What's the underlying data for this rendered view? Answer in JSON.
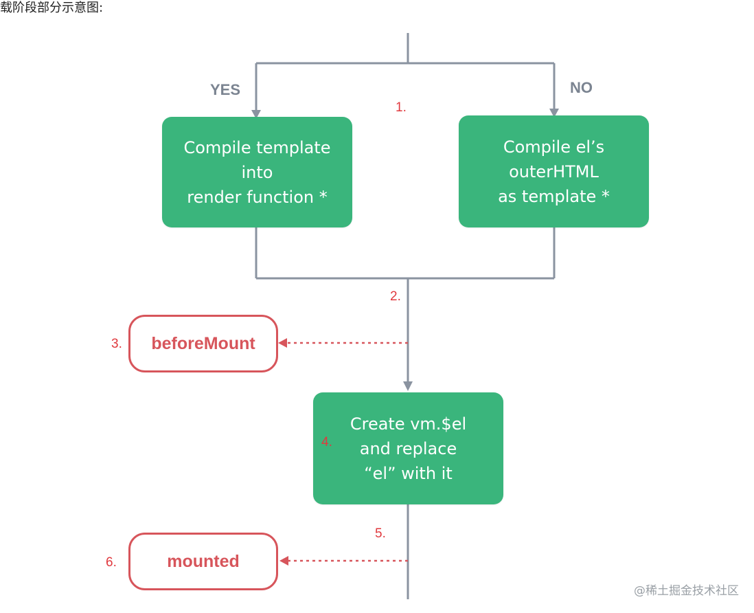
{
  "caption": "载阶段部分示意图:",
  "branches": {
    "yes": "YES",
    "no": "NO"
  },
  "boxes": {
    "compile_template": "Compile template\ninto\nrender function *",
    "compile_el": "Compile el’s\nouterHTML\nas template *",
    "create_el": "Create vm.$el\nand replace\n“el” with it"
  },
  "hooks": {
    "before_mount": "beforeMount",
    "mounted": "mounted"
  },
  "steps": {
    "s1": "1.",
    "s2": "2.",
    "s3": "3.",
    "s4": "4.",
    "s5": "5.",
    "s6": "6."
  },
  "watermark": "@稀土掘金技术社区",
  "colors": {
    "box_green": "#3ab57c",
    "hook_red": "#d7555b",
    "step_red": "#e0393e",
    "connector_gray": "#8a93a0"
  }
}
